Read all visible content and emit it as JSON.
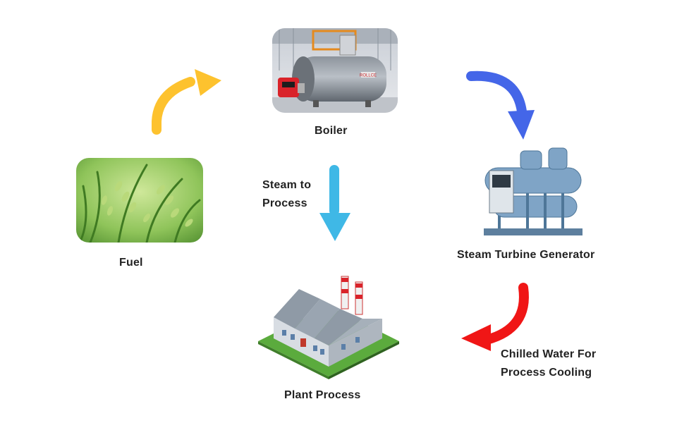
{
  "nodes": {
    "boiler": {
      "label": "Boiler",
      "brand_text": "ROLLCE"
    },
    "fuel": {
      "label": "Fuel"
    },
    "turbine": {
      "label": "Steam Turbine Generator"
    },
    "plant": {
      "label": "Plant Process"
    }
  },
  "edges": {
    "fuel_to_boiler": {
      "color": "#FDC22E"
    },
    "boiler_to_turbine": {
      "color": "#4466E8"
    },
    "boiler_to_plant": {
      "color": "#3FB8E6",
      "label_line1": "Steam to",
      "label_line2": "Process"
    },
    "turbine_to_plant": {
      "color": "#F01616",
      "label_line1": "Chilled Water For",
      "label_line2": "Process Cooling"
    }
  }
}
